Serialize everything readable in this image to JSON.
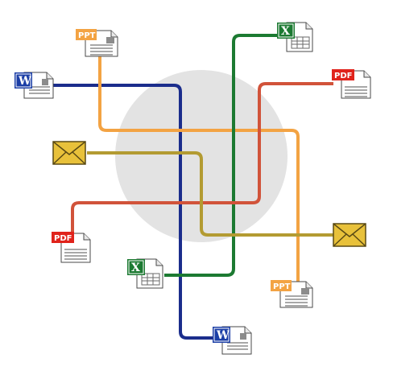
{
  "colors": {
    "background": "#ffffff",
    "center_circle": "#e3e3e3",
    "blue": "#1b2d8c",
    "orange": "#f3a343",
    "green": "#1c7a32",
    "red": "#d1533a",
    "gold": "#b39b32",
    "page_fill": "#ffffff",
    "page_stroke": "#4a4a4a"
  },
  "icons": [
    {
      "id": "ppt-top",
      "kind": "ppt-file-icon",
      "badge": "PPT"
    },
    {
      "id": "word-left",
      "kind": "word-file-icon",
      "badge": "W"
    },
    {
      "id": "excel-top",
      "kind": "excel-file-icon",
      "badge": "X"
    },
    {
      "id": "pdf-right",
      "kind": "pdf-file-icon",
      "badge": "PDF"
    },
    {
      "id": "mail-left",
      "kind": "envelope-icon",
      "badge": ""
    },
    {
      "id": "pdf-left",
      "kind": "pdf-file-icon",
      "badge": "PDF"
    },
    {
      "id": "mail-right",
      "kind": "envelope-icon",
      "badge": ""
    },
    {
      "id": "excel-bottom",
      "kind": "excel-file-icon",
      "badge": "X"
    },
    {
      "id": "ppt-bottom",
      "kind": "ppt-file-icon",
      "badge": "PPT"
    },
    {
      "id": "word-bottom",
      "kind": "word-file-icon",
      "badge": "W"
    }
  ],
  "connections": [
    {
      "name": "blue-connector",
      "from": "word-left",
      "to": "word-bottom",
      "color": "blue"
    },
    {
      "name": "orange-connector",
      "from": "ppt-top",
      "to": "ppt-bottom",
      "color": "orange"
    },
    {
      "name": "green-connector",
      "from": "excel-top",
      "to": "excel-bottom",
      "color": "green"
    },
    {
      "name": "red-connector",
      "from": "pdf-right",
      "to": "pdf-left",
      "color": "red"
    },
    {
      "name": "gold-connector",
      "from": "mail-left",
      "to": "mail-right",
      "color": "gold"
    }
  ]
}
